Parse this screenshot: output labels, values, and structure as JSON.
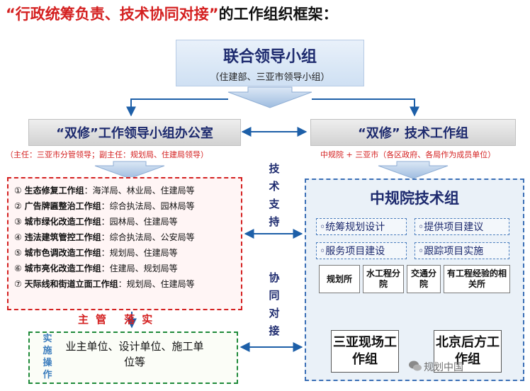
{
  "title": {
    "quoted": "“行政统筹负责、技术协同对接”",
    "rest": "的工作组织框架："
  },
  "lead": {
    "title": "联合领导小组",
    "subtitle": "（住建部、三亚市领导小组）"
  },
  "office": {
    "title": "“双修”工作领导小组办公室",
    "note": "（主任：三亚市分管领导；副主任：规划局、住建局领导）"
  },
  "tech_group": {
    "title": "“双修” 技术工作组",
    "note": "中规院 + 三亚市（各区政府、各局作为成员单位）"
  },
  "working_groups": [
    {
      "num": "①",
      "name": "生态修复工作组",
      "members": "海洋局、林业局、住建局等"
    },
    {
      "num": "②",
      "name": "广告牌匾整治工作组",
      "members": "综合执法局、园林局等"
    },
    {
      "num": "③",
      "name": "城市绿化改造工作组",
      "members": "园林局、住建局等"
    },
    {
      "num": "④",
      "name": "违法建筑管控工作组",
      "members": "综合执法局、公安局等"
    },
    {
      "num": "⑤",
      "name": "城市色调改造工作组",
      "members": "规划局、住建局等"
    },
    {
      "num": "⑥",
      "name": "城市亮化改造工作组",
      "members": "住建局、规划局等"
    },
    {
      "num": "⑦",
      "name": "天际线和街道立面工作组",
      "members": "规划局、住建局等"
    }
  ],
  "tech_support_label": "技术支持",
  "coordination_label": "协同对接",
  "caict": {
    "title": "中规院技术组",
    "tasks": [
      "◦统筹规划设计",
      "◦提供项目建议",
      "◦服务项目建设",
      "◦跟踪项目实施"
    ],
    "units": [
      "规划所",
      "水工程分院",
      "交通分院",
      "有工程经验的相关所"
    ],
    "fields": [
      "三亚现场工作组",
      "北京后方工作组"
    ]
  },
  "supervise_label": "主管 落实",
  "implementation": {
    "label": "实施操作",
    "text": "业主单位、设计单位、施工单位等"
  },
  "watermark": "规划中国",
  "colors": {
    "red": "#d42020",
    "navy": "#1d2a6e",
    "blue": "#3b6fb6",
    "green": "#1f8a3a"
  }
}
